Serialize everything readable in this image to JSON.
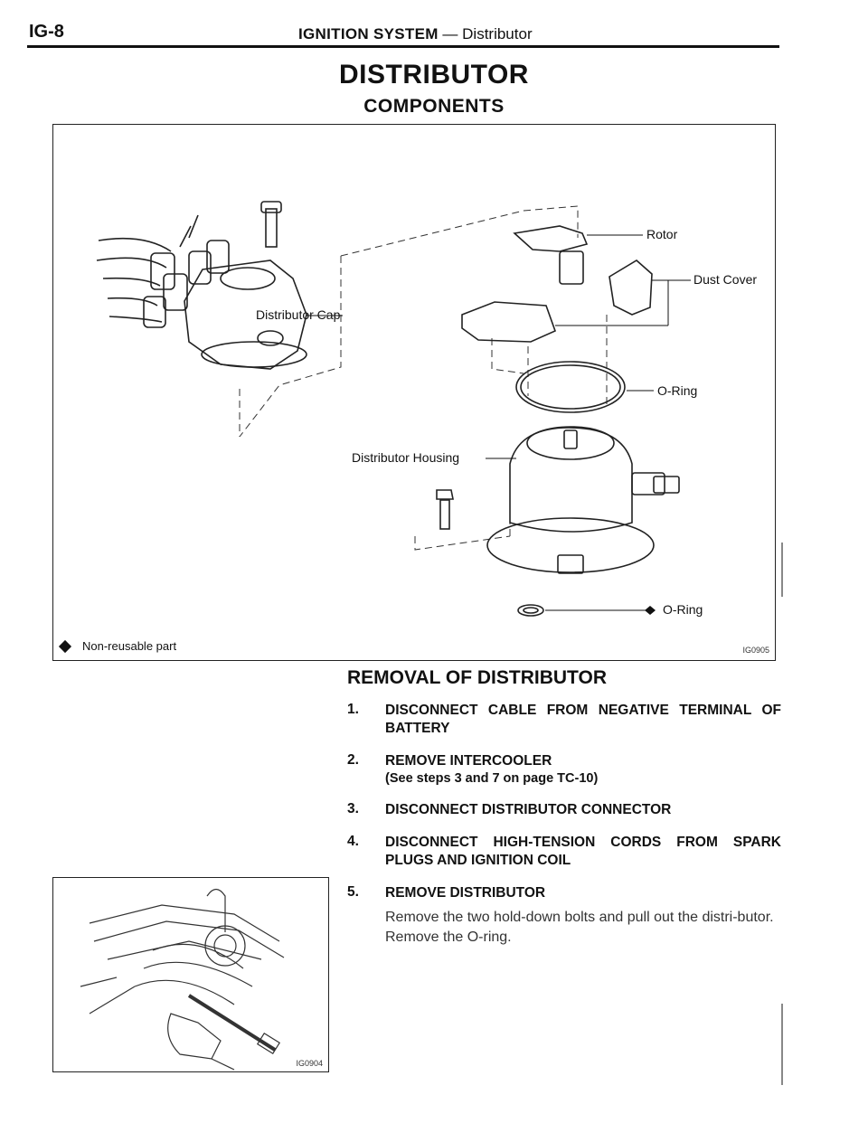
{
  "header": {
    "page_number": "IG-8",
    "section": "IGNITION SYSTEM",
    "separator": " — ",
    "subsection": "Distributor"
  },
  "title": "DISTRIBUTOR",
  "subtitle": "COMPONENTS",
  "figure1": {
    "labels": {
      "rotor": "Rotor",
      "dust_cover": "Dust Cover",
      "distributor_cap": "Distributor Cap",
      "o_ring_upper": "O-Ring",
      "distributor_housing": "Distributor Housing",
      "o_ring_lower": "O-Ring"
    },
    "legend": "Non-reusable part",
    "code": "IG0905"
  },
  "removal": {
    "title": "REMOVAL OF DISTRIBUTOR",
    "steps": [
      {
        "num": "1.",
        "heading": "DISCONNECT CABLE FROM NEGATIVE TERMINAL OF BATTERY"
      },
      {
        "num": "2.",
        "heading": "REMOVE INTERCOOLER",
        "note": "(See steps 3 and 7 on page TC-10)"
      },
      {
        "num": "3.",
        "heading": "DISCONNECT DISTRIBUTOR CONNECTOR"
      },
      {
        "num": "4.",
        "heading": "DISCONNECT HIGH-TENSION CORDS FROM SPARK PLUGS AND IGNITION COIL"
      },
      {
        "num": "5.",
        "heading": "REMOVE DISTRIBUTOR",
        "text": "Remove the two hold-down bolts and pull out the distri-butor. Remove the O-ring."
      }
    ]
  },
  "figure2": {
    "code": "IG0904"
  }
}
